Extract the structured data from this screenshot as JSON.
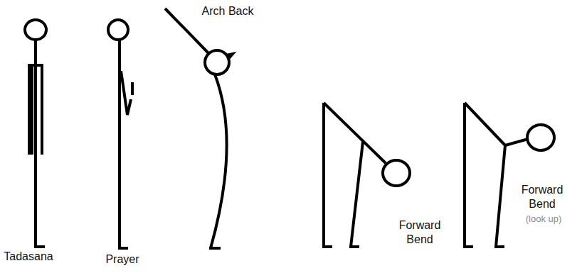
{
  "diagram": {
    "labels": [
      "Tadasana",
      "Prayer",
      "Arch Back",
      "Forward Bend",
      "Forward Bend",
      "(look up)"
    ]
  }
}
